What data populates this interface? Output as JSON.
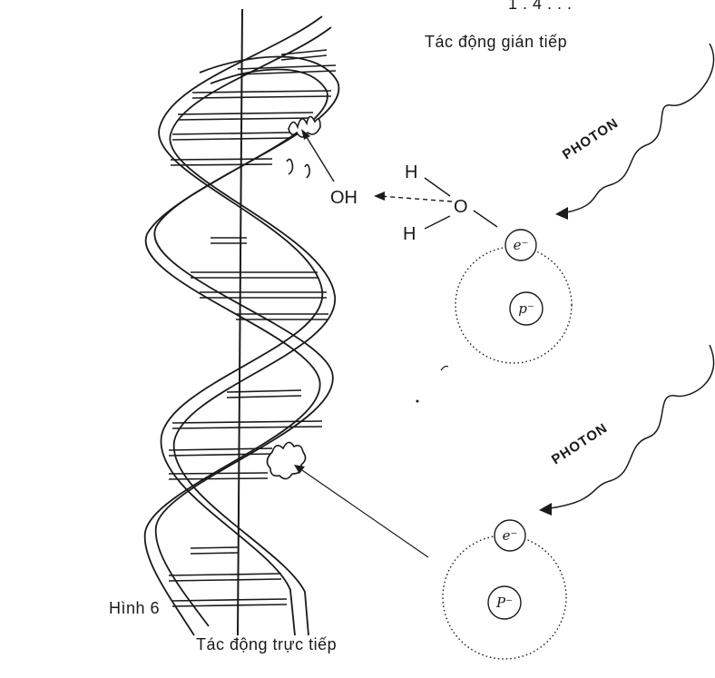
{
  "figure": {
    "top_fragment": "1 . 4 . . .",
    "indirect_label": "Tác động gián tiếp",
    "direct_label": "Tác động trực tiếp",
    "figure_label": "Hình 6"
  },
  "molecules": {
    "hydroxyl": "OH",
    "oxygen": "O",
    "hydrogen_top": "H",
    "hydrogen_bottom": "H"
  },
  "photons": {
    "upper": "PHOTON",
    "lower": "PHOTON"
  },
  "atoms": {
    "upper": {
      "electron": "e⁻",
      "nucleus": "p⁻"
    },
    "lower": {
      "electron": "e⁻",
      "nucleus": "P⁻"
    }
  },
  "colors": {
    "ink": "#1a1a1a",
    "background": "#ffffff"
  }
}
